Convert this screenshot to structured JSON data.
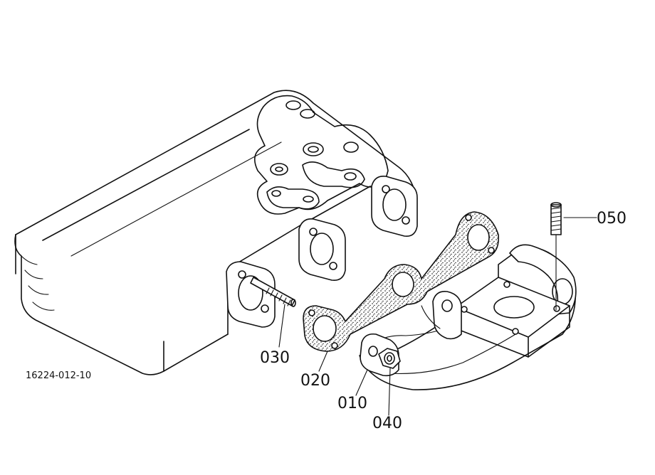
{
  "drawing_number": "16224-012-10",
  "callouts": {
    "p010": "010",
    "p020": "020",
    "p030": "030",
    "p040": "040",
    "p050": "050"
  },
  "colors": {
    "ink": "#111111",
    "paper": "#ffffff"
  }
}
